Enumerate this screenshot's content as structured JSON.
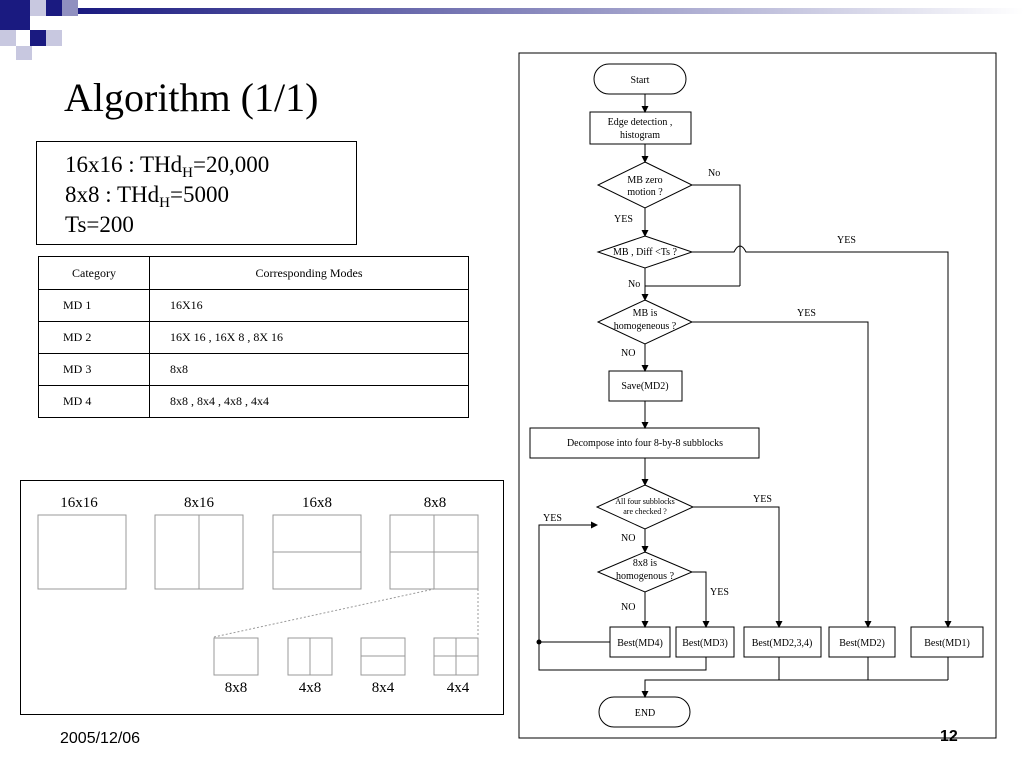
{
  "slide": {
    "title": "Algorithm (1/1)",
    "date": "2005/12/06",
    "page_number": "12"
  },
  "thresholds": {
    "line1_pre": "16x16 : THd",
    "line1_sub": "H",
    "line1_post": "=20,000",
    "line2_pre": "8x8 : THd",
    "line2_sub": "H",
    "line2_post": "=5000",
    "line3": "Ts=200"
  },
  "mode_table": {
    "headers": [
      "Category",
      "Corresponding Modes"
    ],
    "rows": [
      {
        "category": "MD 1",
        "modes": "16X16"
      },
      {
        "category": "MD 2",
        "modes": "16X 16 , 16X 8 , 8X 16"
      },
      {
        "category": "MD 3",
        "modes": "8x8"
      },
      {
        "category": "MD 4",
        "modes": "8x8 , 8x4 , 4x8 , 4x4"
      }
    ]
  },
  "partitions": {
    "top_labels": [
      "16x16",
      "8x16",
      "16x8",
      "8x8"
    ],
    "bottom_labels": [
      "8x8",
      "4x8",
      "8x4",
      "4x4"
    ]
  },
  "flowchart": {
    "start": "Start",
    "edge_line1": "Edge detection ,",
    "edge_line2": "histogram",
    "zero_line1": "MB zero",
    "zero_line2": "motion ?",
    "diff": "MB , Diff <Ts ?",
    "homog_line1": "MB is",
    "homog_line2": "homogeneous ?",
    "save": "Save(MD2)",
    "decompose": "Decompose into four 8-by-8 subblocks",
    "checked_line1": "All four subblocks",
    "checked_line2": "are checked ?",
    "homog8_line1": "8x8 is",
    "homog8_line2": "homogenous ?",
    "best_md4": "Best(MD4)",
    "best_md3": "Best(MD3)",
    "best_md234": "Best(MD2,3,4)",
    "best_md2": "Best(MD2)",
    "best_md1": "Best(MD1)",
    "end": "END",
    "label_no_zero": "No",
    "label_yes_zero": "YES",
    "label_yes_diff": "YES",
    "label_no_diff": "No",
    "label_yes_homog": "YES",
    "label_no_homog": "NO",
    "label_yes_checked": "YES",
    "label_no_checked": "NO",
    "label_yes_loop": "YES",
    "label_yes_homog8": "YES",
    "label_no_homog8": "NO"
  }
}
